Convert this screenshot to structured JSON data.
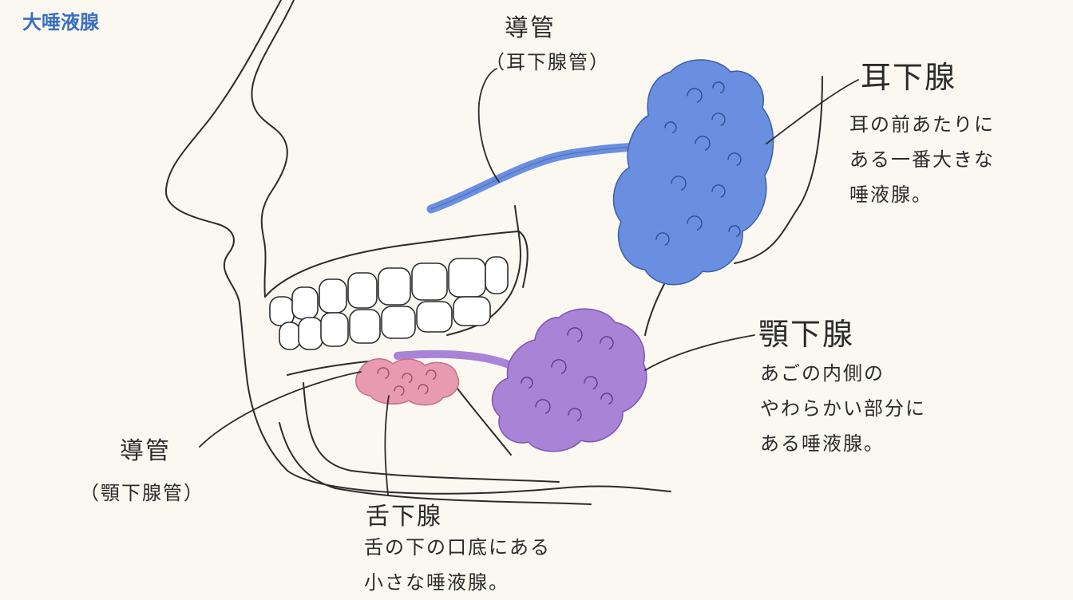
{
  "title": "大唾液腺",
  "labels": {
    "parotid_duct": {
      "name": "導管",
      "sub": "（耳下腺管）"
    },
    "parotid": {
      "name": "耳下腺",
      "desc": [
        "耳の前あたりに",
        "ある一番大きな",
        "唾液腺。"
      ]
    },
    "submandibular": {
      "name": "顎下腺",
      "desc": [
        "あごの内側の",
        "やわらかい部分に",
        "ある唾液腺。"
      ]
    },
    "submandibular_duct": {
      "name": "導管",
      "sub": "（顎下腺管）"
    },
    "sublingual": {
      "name": "舌下腺",
      "desc": [
        "舌の下の口底にある",
        "小さな唾液腺。"
      ]
    }
  },
  "colors": {
    "parotid": "#6b8fe0",
    "submandibular": "#a983d6",
    "sublingual": "#e89bb0",
    "title": "#3a6fc0",
    "line": "#2b2b2b"
  }
}
